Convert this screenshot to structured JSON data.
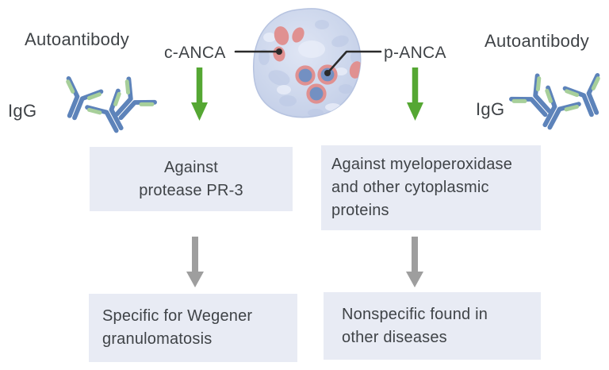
{
  "left_panel": {
    "autoantibody_label": "Autoantibody",
    "igg_label": "IgG",
    "anca_label": "c-ANCA",
    "target_box_lines": [
      "Against",
      "protease PR-3"
    ],
    "result_box_lines": [
      "Specific for Wegener",
      "granulomatosis"
    ]
  },
  "right_panel": {
    "autoantibody_label": "Autoantibody",
    "igg_label": "IgG",
    "anca_label": "p-ANCA",
    "target_box_lines": [
      "Against myeloperoxidase",
      "and other cytoplasmic",
      "proteins"
    ],
    "result_box_lines": [
      "Nonspecific found in",
      "other diseases"
    ]
  },
  "icons": {
    "cell": "neutrophil-cell-illustration",
    "antibody": "igg-antibody-icon",
    "pointer": "label-pointer-line",
    "flow_arrow_green": "down-arrow-green",
    "flow_arrow_gray": "down-arrow-gray"
  },
  "colors": {
    "background": "#ffffff",
    "box_background": "#e8ebf4",
    "text": "#3f4347",
    "arrow_green": "#55a733",
    "arrow_gray": "#9e9e9e",
    "antibody_blue": "#5d83ba",
    "antibody_green": "#a7cf9a",
    "cell_fill": "#ccd7ec",
    "granule_pink": "#e09191",
    "nucleus_blue": "#7390c2",
    "pointer_black": "#2b2b2b"
  }
}
